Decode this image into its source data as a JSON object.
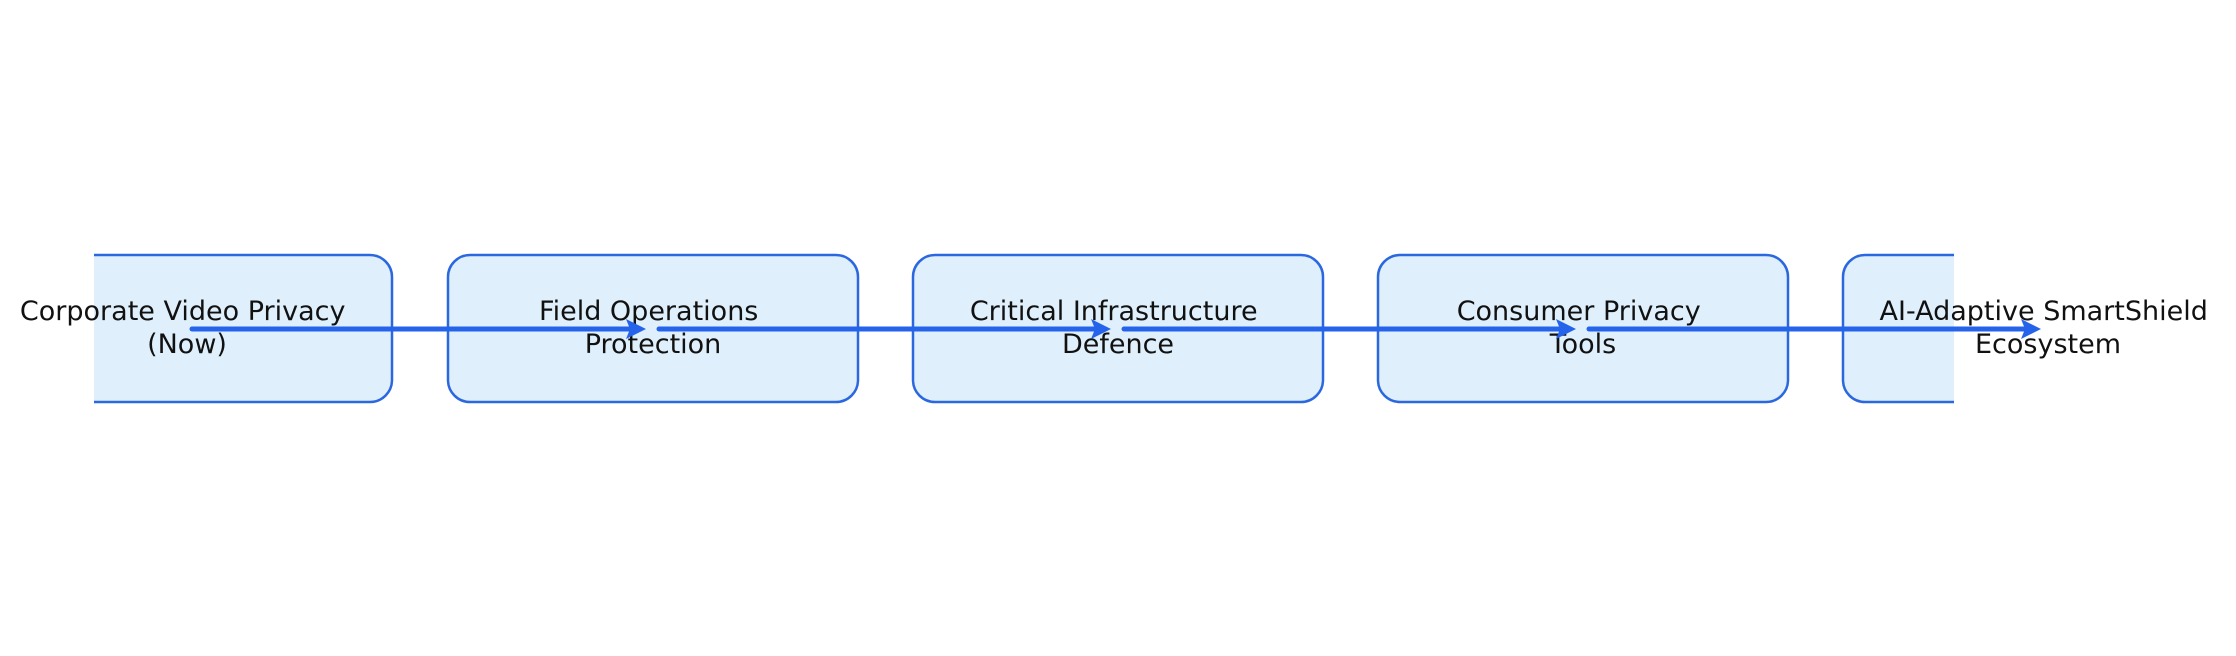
{
  "diagram": {
    "colors": {
      "box_fill": "#dff0fc",
      "box_stroke": "#2b67df",
      "arrow": "#2563eb",
      "text": "#111111"
    },
    "stages": [
      {
        "line1": "Corporate Video Privacy",
        "line2": "(Now)"
      },
      {
        "line1": "Field Operations",
        "line2": "Protection"
      },
      {
        "line1": "Critical Infrastructure",
        "line2": "Defence"
      },
      {
        "line1": "Consumer Privacy",
        "line2": "Tools"
      },
      {
        "line1": "AI-Adaptive SmartShield",
        "line2": "Ecosystem"
      }
    ]
  }
}
